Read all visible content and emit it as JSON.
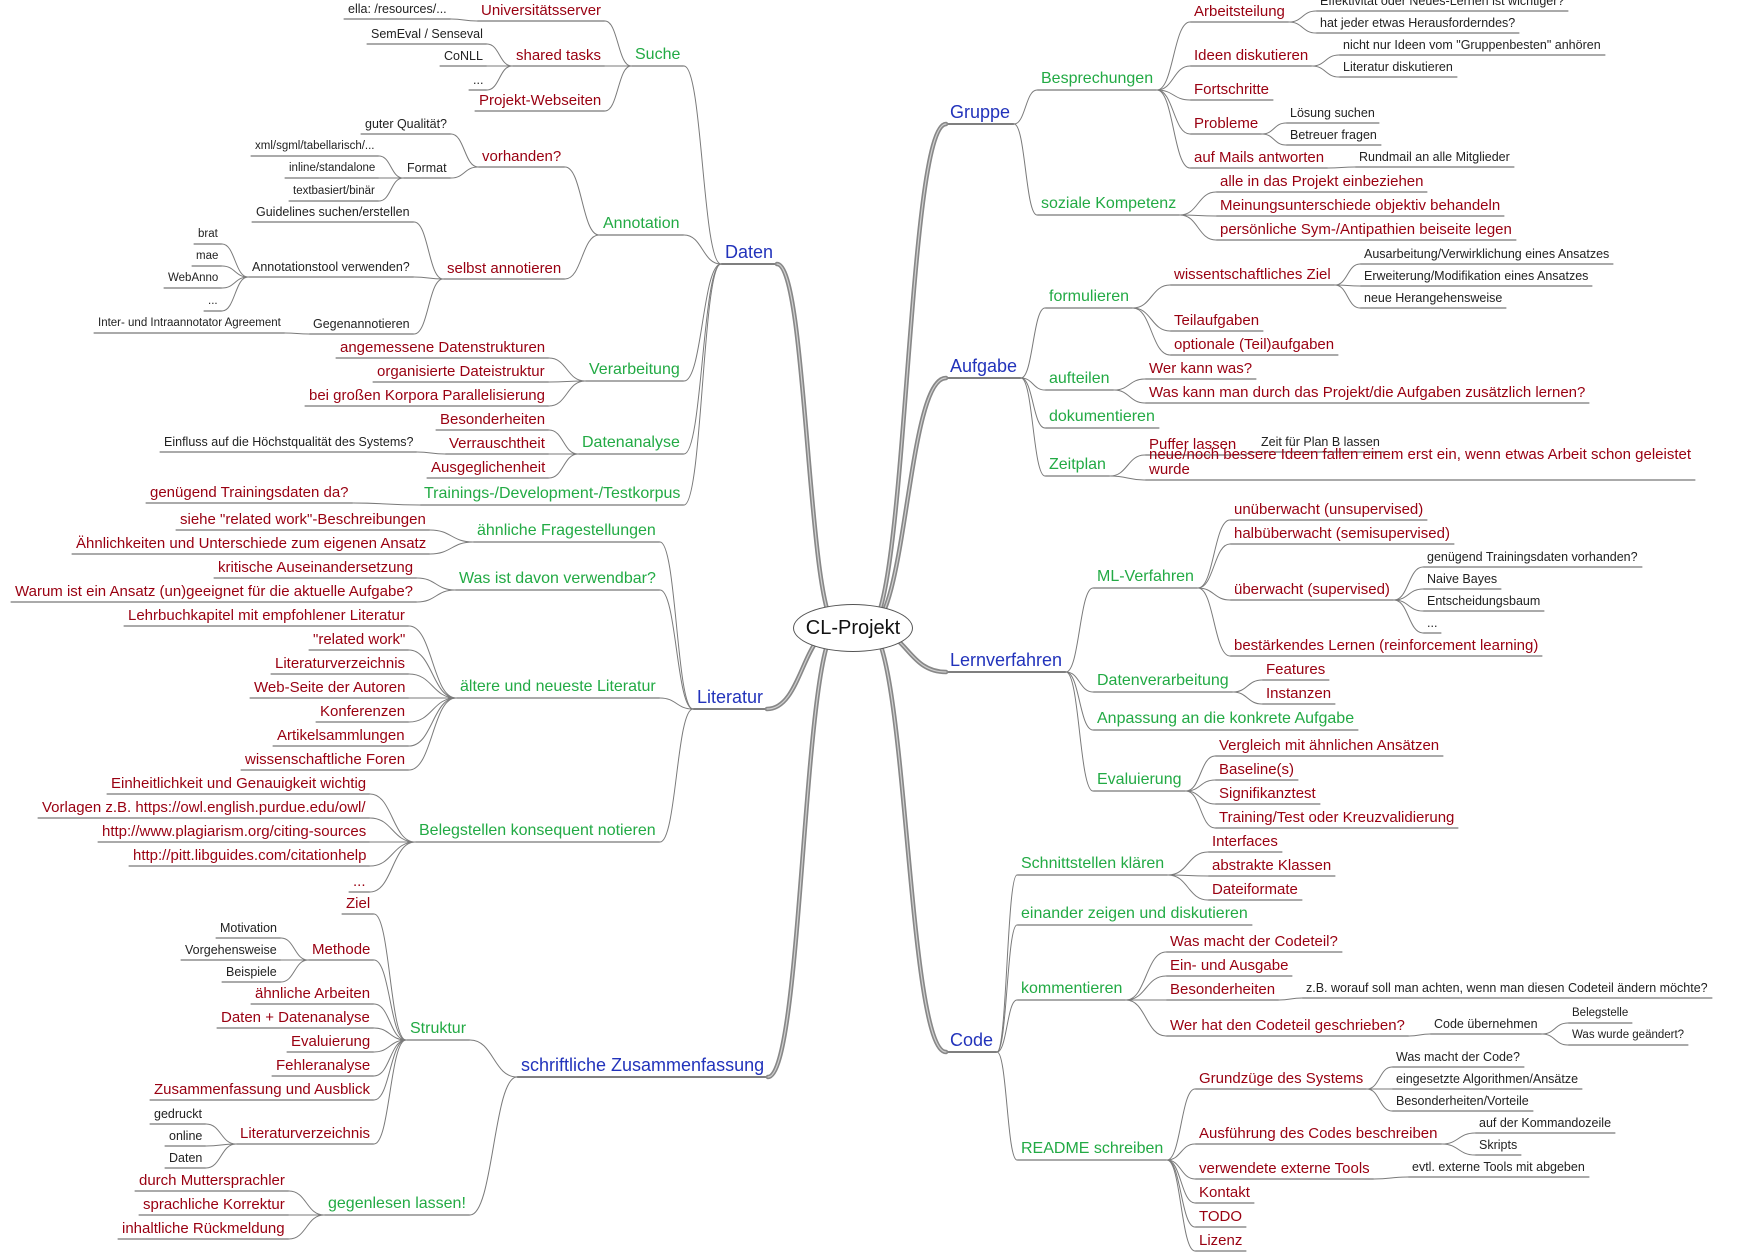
{
  "colors": {
    "root": "#111111",
    "l1": "#2233bb",
    "l2": "#22aa44",
    "l3": "#990011",
    "l4": "#222222",
    "branch": "#7a7a7a",
    "underline": "#555555"
  },
  "root": {
    "label": "CL-Projekt"
  },
  "branches": [
    {
      "label": "Daten",
      "side": "left",
      "children": [
        {
          "label": "Suche",
          "children": [
            {
              "label": "Universitätsserver",
              "children": [
                {
                  "label": "ella: /resources/..."
                }
              ]
            },
            {
              "label": "shared tasks",
              "children": [
                {
                  "label": "SemEval / Senseval"
                },
                {
                  "label": "CoNLL"
                },
                {
                  "label": "..."
                }
              ]
            },
            {
              "label": "Projekt-Webseiten"
            }
          ]
        },
        {
          "label": "Annotation",
          "children": [
            {
              "label": "vorhanden?",
              "children": [
                {
                  "label": "guter Qualität?"
                },
                {
                  "label": "Format",
                  "children": [
                    {
                      "label": "xml/sgml/tabellarisch/..."
                    },
                    {
                      "label": "inline/standalone"
                    },
                    {
                      "label": "textbasiert/binär"
                    }
                  ]
                }
              ]
            },
            {
              "label": "selbst annotieren",
              "children": [
                {
                  "label": "Guidelines suchen/erstellen"
                },
                {
                  "label": "Annotationstool verwenden?",
                  "children": [
                    {
                      "label": "brat"
                    },
                    {
                      "label": "mae"
                    },
                    {
                      "label": "WebAnno"
                    },
                    {
                      "label": "..."
                    }
                  ]
                },
                {
                  "label": "Gegenannotieren",
                  "children": [
                    {
                      "label": "Inter- und Intraannotator Agreement"
                    }
                  ]
                }
              ]
            }
          ]
        },
        {
          "label": "Verarbeitung",
          "children": [
            {
              "label": "angemessene Datenstrukturen"
            },
            {
              "label": "organisierte Dateistruktur"
            },
            {
              "label": "bei großen Korpora Parallelisierung"
            }
          ]
        },
        {
          "label": "Datenanalyse",
          "children": [
            {
              "label": "Besonderheiten"
            },
            {
              "label": "Verrauschtheit",
              "children": [
                {
                  "label": "Einfluss auf die Höchstqualität des Systems?"
                }
              ]
            },
            {
              "label": "Ausgeglichenheit"
            }
          ]
        },
        {
          "label": "Trainings-/Development-/Testkorpus",
          "children": [
            {
              "label": "genügend Trainingsdaten da?"
            }
          ]
        }
      ]
    },
    {
      "label": "Literatur",
      "side": "left",
      "children": [
        {
          "label": "ähnliche Fragestellungen",
          "children": [
            {
              "label": "siehe \"related work\"-Beschreibungen"
            },
            {
              "label": "Ähnlichkeiten und Unterschiede zum eigenen Ansatz"
            }
          ]
        },
        {
          "label": "Was ist davon verwendbar?",
          "children": [
            {
              "label": "kritische Auseinandersetzung"
            },
            {
              "label": "Warum ist ein Ansatz (un)geeignet für die aktuelle Aufgabe?"
            }
          ]
        },
        {
          "label": "ältere und neueste Literatur",
          "children": [
            {
              "label": "Lehrbuchkapitel mit empfohlener Literatur"
            },
            {
              "label": "\"related work\""
            },
            {
              "label": "Literaturverzeichnis"
            },
            {
              "label": "Web-Seite der Autoren"
            },
            {
              "label": "Konferenzen"
            },
            {
              "label": "Artikelsammlungen"
            },
            {
              "label": "wissenschaftliche Foren"
            }
          ]
        },
        {
          "label": "Belegstellen konsequent notieren",
          "children": [
            {
              "label": "Einheitlichkeit und Genauigkeit wichtig"
            },
            {
              "label": "Vorlagen z.B. https://owl.english.purdue.edu/owl/"
            },
            {
              "label": "http://www.plagiarism.org/citing-sources"
            },
            {
              "label": "http://pitt.libguides.com/citationhelp"
            },
            {
              "label": "..."
            }
          ]
        }
      ]
    },
    {
      "label": "schriftliche Zusammenfassung",
      "side": "left",
      "children": [
        {
          "label": "Struktur",
          "children": [
            {
              "label": "Ziel"
            },
            {
              "label": "Methode",
              "children": [
                {
                  "label": "Motivation"
                },
                {
                  "label": "Vorgehensweise"
                },
                {
                  "label": "Beispiele"
                }
              ]
            },
            {
              "label": "ähnliche Arbeiten"
            },
            {
              "label": "Daten + Datenanalyse"
            },
            {
              "label": "Evaluierung"
            },
            {
              "label": "Fehleranalyse"
            },
            {
              "label": "Zusammenfassung und Ausblick"
            },
            {
              "label": "Literaturverzeichnis",
              "children": [
                {
                  "label": "gedruckt"
                },
                {
                  "label": "online"
                },
                {
                  "label": "Daten"
                }
              ]
            }
          ]
        },
        {
          "label": "gegenlesen lassen!",
          "children": [
            {
              "label": "durch Muttersprachler"
            },
            {
              "label": "sprachliche Korrektur"
            },
            {
              "label": "inhaltliche Rückmeldung"
            }
          ]
        }
      ]
    },
    {
      "label": "Gruppe",
      "side": "right",
      "children": [
        {
          "label": "Besprechungen",
          "children": [
            {
              "label": "Arbeitsteilung",
              "children": [
                {
                  "label": "Effektivität oder Neues-Lernen ist wichtiger?"
                },
                {
                  "label": "hat jeder etwas Herausforderndes?"
                }
              ]
            },
            {
              "label": "Ideen diskutieren",
              "children": [
                {
                  "label": "nicht nur Ideen vom \"Gruppenbesten\" anhören"
                },
                {
                  "label": "Literatur diskutieren"
                }
              ]
            },
            {
              "label": "Fortschritte"
            },
            {
              "label": "Probleme",
              "children": [
                {
                  "label": "Lösung suchen"
                },
                {
                  "label": "Betreuer fragen"
                }
              ]
            },
            {
              "label": "auf Mails antworten",
              "children": [
                {
                  "label": "Rundmail an alle Mitglieder"
                }
              ]
            }
          ]
        },
        {
          "label": "soziale Kompetenz",
          "children": [
            {
              "label": "alle in das Projekt einbeziehen"
            },
            {
              "label": "Meinungsunterschiede objektiv behandeln"
            },
            {
              "label": "persönliche Sym-/Antipathien beiseite legen"
            }
          ]
        }
      ]
    },
    {
      "label": "Aufgabe",
      "side": "right",
      "children": [
        {
          "label": "formulieren",
          "children": [
            {
              "label": "wissentschaftliches Ziel",
              "children": [
                {
                  "label": "Ausarbeitung/Verwirklichung eines Ansatzes"
                },
                {
                  "label": "Erweiterung/Modifikation eines Ansatzes"
                },
                {
                  "label": "neue Herangehensweise"
                }
              ]
            },
            {
              "label": "Teilaufgaben"
            },
            {
              "label": "optionale (Teil)aufgaben"
            }
          ]
        },
        {
          "label": "aufteilen",
          "children": [
            {
              "label": "Wer kann was?"
            },
            {
              "label": "Was kann man durch das Projekt/die Aufgaben zusätzlich lernen?"
            }
          ]
        },
        {
          "label": "dokumentieren"
        },
        {
          "label": "Zeitplan",
          "children": [
            {
              "label": "Puffer lassen",
              "children": [
                {
                  "label": "Zeit für Plan B lassen"
                }
              ]
            },
            {
              "label": "neue/noch bessere Ideen fallen einem erst ein, wenn etwas Arbeit schon geleistet",
              "label2": "wurde"
            }
          ]
        }
      ]
    },
    {
      "label": "Lernverfahren",
      "side": "right",
      "children": [
        {
          "label": "ML-Verfahren",
          "children": [
            {
              "label": "unüberwacht (unsupervised)"
            },
            {
              "label": "halbüberwacht (semisupervised)"
            },
            {
              "label": "überwacht (supervised)",
              "children": [
                {
                  "label": "genügend Trainingsdaten vorhanden?"
                },
                {
                  "label": "Naive Bayes"
                },
                {
                  "label": "Entscheidungsbaum"
                },
                {
                  "label": "..."
                }
              ]
            },
            {
              "label": "bestärkendes Lernen (reinforcement learning)"
            }
          ]
        },
        {
          "label": "Datenverarbeitung",
          "children": [
            {
              "label": "Features"
            },
            {
              "label": "Instanzen"
            }
          ]
        },
        {
          "label": "Anpassung an die konkrete Aufgabe"
        },
        {
          "label": "Evaluierung",
          "children": [
            {
              "label": "Vergleich mit ähnlichen Ansätzen"
            },
            {
              "label": "Baseline(s)"
            },
            {
              "label": "Signifikanztest"
            },
            {
              "label": "Training/Test oder Kreuzvalidierung"
            }
          ]
        }
      ]
    },
    {
      "label": "Code",
      "side": "right",
      "children": [
        {
          "label": "Schnittstellen klären",
          "children": [
            {
              "label": "Interfaces"
            },
            {
              "label": "abstrakte Klassen"
            },
            {
              "label": "Dateiformate"
            }
          ]
        },
        {
          "label": "einander zeigen und diskutieren"
        },
        {
          "label": "kommentieren",
          "children": [
            {
              "label": "Was macht der Codeteil?"
            },
            {
              "label": "Ein- und Ausgabe"
            },
            {
              "label": "Besonderheiten",
              "children": [
                {
                  "label": "z.B. worauf soll man achten, wenn man diesen Codeteil ändern möchte?"
                }
              ]
            },
            {
              "label": "Wer hat den Codeteil geschrieben?",
              "children": [
                {
                  "label": "Code übernehmen",
                  "children": [
                    {
                      "label": "Belegstelle"
                    },
                    {
                      "label": "Was wurde geändert?"
                    }
                  ]
                }
              ]
            }
          ]
        },
        {
          "label": "README schreiben",
          "children": [
            {
              "label": "Grundzüge des Systems",
              "children": [
                {
                  "label": "Was macht der Code?"
                },
                {
                  "label": "eingesetzte Algorithmen/Ansätze"
                },
                {
                  "label": "Besonderheiten/Vorteile"
                }
              ]
            },
            {
              "label": "Ausführung des Codes beschreiben",
              "children": [
                {
                  "label": "auf der Kommandozeile"
                },
                {
                  "label": "Skripts"
                }
              ]
            },
            {
              "label": "verwendete externe Tools",
              "children": [
                {
                  "label": "evtl. externe Tools mit abgeben"
                }
              ]
            },
            {
              "label": "Kontakt"
            },
            {
              "label": "TODO"
            },
            {
              "label": "Lizenz"
            }
          ]
        }
      ]
    }
  ]
}
